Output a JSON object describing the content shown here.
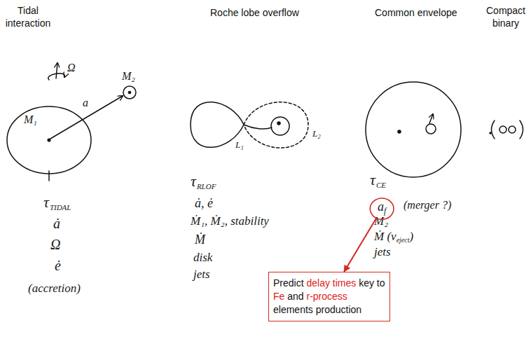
{
  "diagram": {
    "nodes": [
      {
        "text": [
          "a",
          "f"
        ]
      },
      {
        "text": [
          "Predict delay times key to Fe and r-process elements production"
        ]
      }
    ],
    "edges": [
      {
        "from": 0,
        "to": 1,
        "arrow": "to"
      }
    ],
    "labels": [
      "Tidal interaction",
      "Roche lobe overflow",
      "Common envelope",
      "Compact binary",
      "Ω",
      "M₁",
      "a",
      "M₂",
      "τ",
      "TIDAL",
      "ȧ",
      "Ω",
      "ė",
      "(accretion)",
      "L₁",
      "L₂",
      "τ",
      "RLOF",
      "ȧ, ė",
      "Ṁ₁, Ṁ₂, stability",
      "Ṁ",
      "disk",
      "jets",
      "τ",
      "CE",
      "(merger ?)",
      "M₂",
      "Ṁ (v",
      "eject",
      ")",
      "jets"
    ]
  }
}
